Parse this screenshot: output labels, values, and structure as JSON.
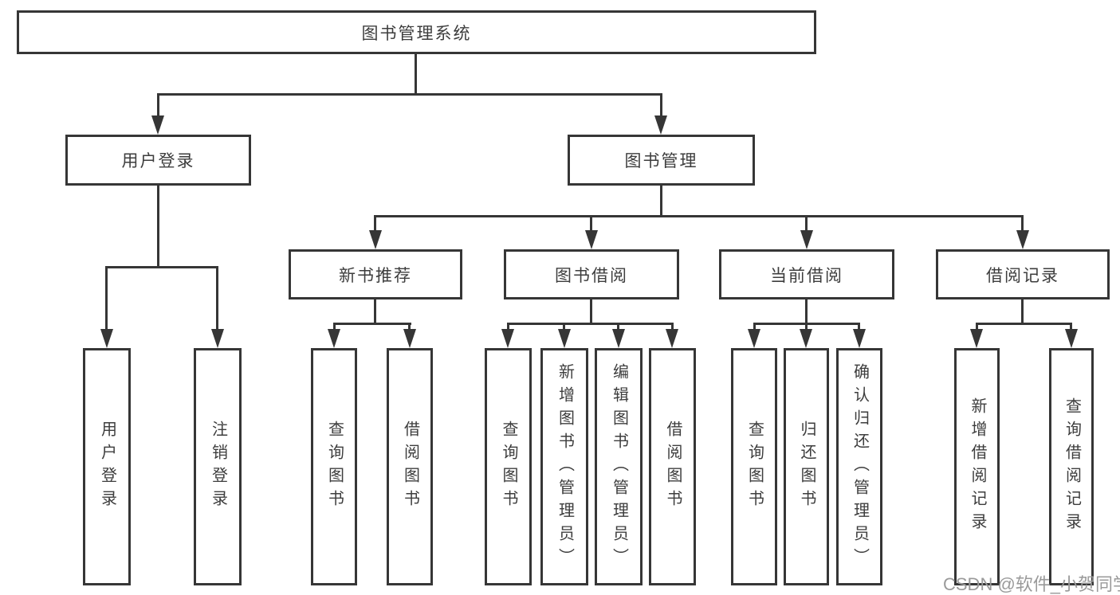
{
  "tree": {
    "label": "图书管理系统",
    "children": [
      {
        "label": "用户登录",
        "children": [
          {
            "label": "用户登录"
          },
          {
            "label": "注销登录"
          }
        ]
      },
      {
        "label": "图书管理",
        "children": [
          {
            "label": "新书推荐",
            "children": [
              {
                "label": "查询图书"
              },
              {
                "label": "借阅图书"
              }
            ]
          },
          {
            "label": "图书借阅",
            "children": [
              {
                "label": "查询图书"
              },
              {
                "label": "新增图书（管理员）"
              },
              {
                "label": "编辑图书（管理员）"
              },
              {
                "label": "借阅图书"
              }
            ]
          },
          {
            "label": "当前借阅",
            "children": [
              {
                "label": "查询图书"
              },
              {
                "label": "归还图书"
              },
              {
                "label": "确认归还（管理员）"
              }
            ]
          },
          {
            "label": "借阅记录",
            "children": [
              {
                "label": "新增借阅记录"
              },
              {
                "label": "查询借阅记录"
              }
            ]
          }
        ]
      }
    ]
  },
  "watermark": {
    "text": "CSDN @软件_小贺同学"
  },
  "colors": {
    "line": "#363636",
    "text": "#3d3d3d",
    "background": "#ffffff",
    "watermark": "#9a9a9a"
  }
}
